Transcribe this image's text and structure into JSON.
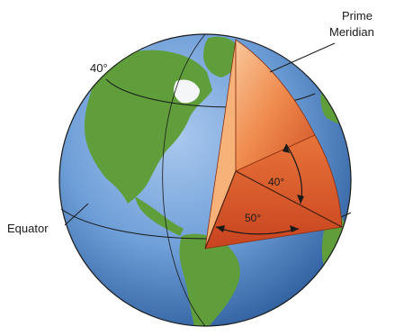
{
  "labels": {
    "prime_meridian_line1": "Prime",
    "prime_meridian_line2": "Meridian",
    "latitude_40": "40°",
    "equator": "Equator",
    "angle_40": "40°",
    "angle_50": "50°"
  },
  "colors": {
    "ocean": "#6f9fd8",
    "ocean_dark": "#3f6fae",
    "land": "#5f9e3a",
    "land_dark": "#3f7a26",
    "ice": "#f4f6f8",
    "wedge_light": "#f7b27a",
    "wedge_mid": "#ec7a3f",
    "wedge_dark": "#c94a22",
    "line": "#1a1a1a"
  }
}
